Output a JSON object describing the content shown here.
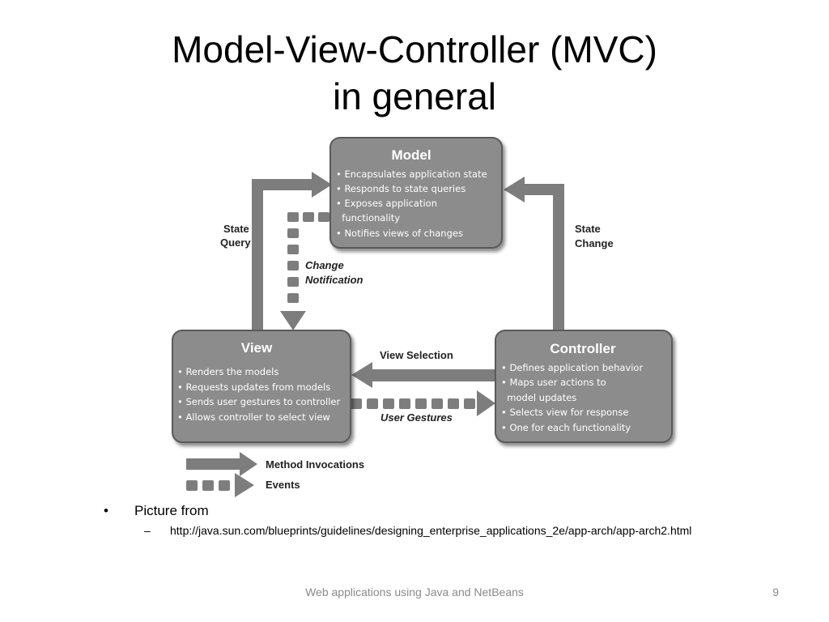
{
  "slide": {
    "title_line1": "Model-View-Controller (MVC)",
    "title_line2": "in general"
  },
  "diagram": {
    "model": {
      "title": "Model",
      "items": [
        "• Encapsulates application state",
        "• Responds to state queries",
        "• Exposes application",
        "  functionality",
        "• Notifies views of changes"
      ]
    },
    "view": {
      "title": "View",
      "items": [
        "• Renders the models",
        "• Requests updates from models",
        "• Sends user gestures to controller",
        "• Allows controller to select view"
      ]
    },
    "controller": {
      "title": "Controller",
      "items": [
        "• Defines application behavior",
        "• Maps user actions to",
        "  model updates",
        "• Selects view for response",
        "• One for each functionality"
      ]
    },
    "labels": {
      "state_query_1": "State",
      "state_query_2": "Query",
      "state_change_1": "State",
      "state_change_2": "Change",
      "change_notification_1": "Change",
      "change_notification_2": "Notification",
      "view_selection": "View Selection",
      "user_gestures": "User Gestures"
    },
    "legend": {
      "method": "Method Invocations",
      "events": "Events"
    },
    "colors": {
      "box_fill": "#8c8c8c",
      "box_stroke": "#5a5a5a",
      "arrow": "#7d7d7d",
      "box_text": "#ffffff"
    }
  },
  "bullets": {
    "main": "Picture from",
    "main_mark": "•",
    "sub_mark": "–",
    "sub": "http://java.sun.com/blueprints/guidelines/designing_enterprise_applications_2e/app-arch/app-arch2.html"
  },
  "footer": {
    "center": "Web applications using Java and NetBeans",
    "page": "9"
  }
}
